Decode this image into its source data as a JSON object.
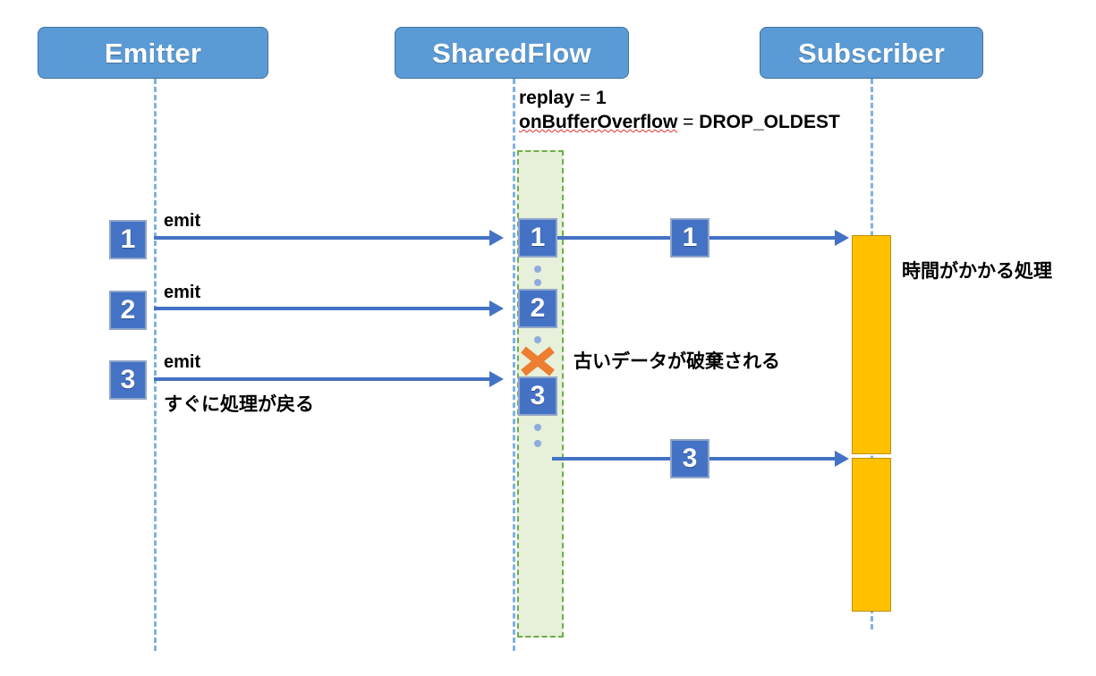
{
  "diagram": {
    "title_participants": [
      "Emitter",
      "SharedFlow",
      "Subscriber"
    ],
    "colors": {
      "participant_fill": "#5B9BD5",
      "participant_border": "#41719C",
      "badge_fill": "#4472C4",
      "badge_border": "#8FA5C9",
      "arrow": "#4472C4",
      "lifeline": "#7FB2E0",
      "buffer_fill": "#E6F0DA",
      "buffer_border": "#70AD47",
      "activation_fill": "#FFC000",
      "activation_border": "#BF9000",
      "drop_x": "#ED7D31",
      "dot": "#8FAADC"
    }
  },
  "participants": [
    {
      "name": "Emitter",
      "label": "Emitter"
    },
    {
      "name": "SharedFlow",
      "label": "SharedFlow"
    },
    {
      "name": "Subscriber",
      "label": "Subscriber"
    }
  ],
  "config": {
    "replay": {
      "key": "replay",
      "eq": " = ",
      "value": "1"
    },
    "overflow": {
      "key": "onBufferOverflow",
      "eq": " = ",
      "value": "DROP_OLDEST"
    }
  },
  "emits": [
    {
      "badge": "1",
      "label": "emit"
    },
    {
      "badge": "2",
      "label": "emit"
    },
    {
      "badge": "3",
      "label": "emit"
    }
  ],
  "emitter_note": "すぐに処理が戻る",
  "buffer_items": [
    {
      "kind": "item",
      "value": "1"
    },
    {
      "kind": "item",
      "value": "2"
    },
    {
      "kind": "dropped",
      "value": "✕"
    },
    {
      "kind": "item",
      "value": "3"
    }
  ],
  "deliveries": [
    {
      "badge": "1"
    },
    {
      "badge": "3"
    }
  ],
  "notes": {
    "dropped": "古いデータが破棄される",
    "slow_processing": "時間がかかる処理"
  }
}
